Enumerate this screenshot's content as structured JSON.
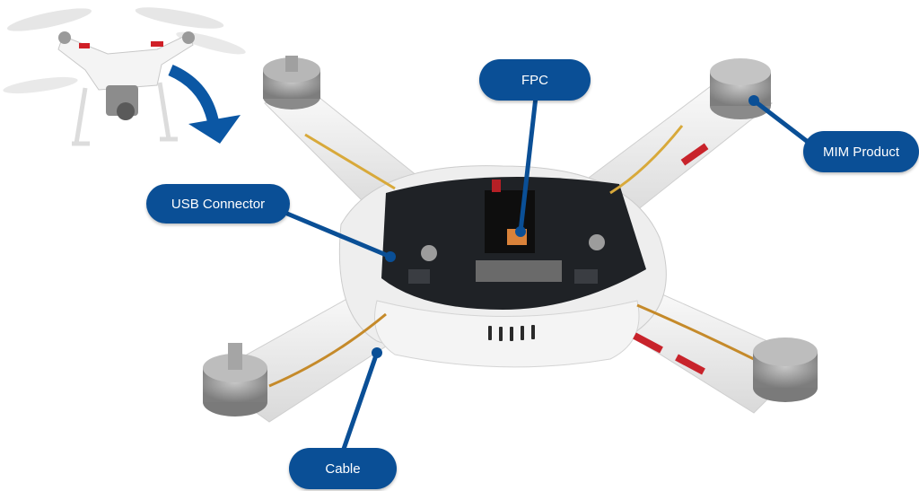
{
  "callouts": {
    "fpc": "FPC",
    "mim_product": "MIM Product",
    "usb_connector": "USB Connector",
    "cable": "Cable"
  },
  "colors": {
    "callout_fill": "#0a4f96",
    "leader_line": "#0a4f96",
    "arrow": "#0b57a4",
    "frame_white": "#f1f1f1",
    "board_dark": "#1f2226"
  },
  "icons": {
    "drone_thumbnail": "assembled-quadcopter-drone-icon",
    "arrow": "curved-down-arrow-icon"
  }
}
